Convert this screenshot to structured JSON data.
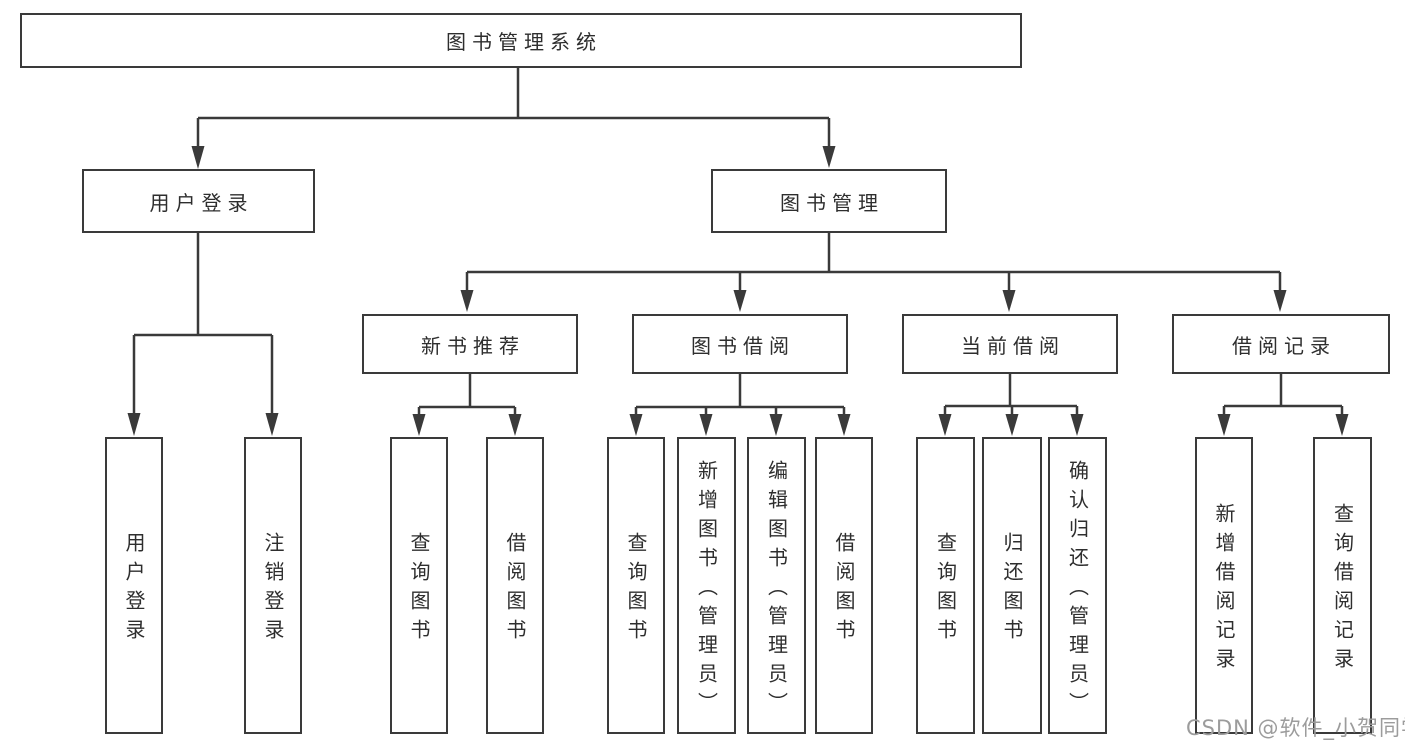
{
  "diagram": {
    "root": {
      "label": "图书管理系统"
    },
    "modules": {
      "user_login": {
        "label": "用户登录",
        "children": [
          {
            "label": "用户登录"
          },
          {
            "label": "注销登录"
          }
        ]
      },
      "book_management": {
        "label": "图书管理",
        "sections": [
          {
            "label": "新书推荐",
            "children": [
              {
                "label": "查询图书"
              },
              {
                "label": "借阅图书"
              }
            ]
          },
          {
            "label": "图书借阅",
            "children": [
              {
                "label": "查询图书"
              },
              {
                "label": "新增图书（管理员）"
              },
              {
                "label": "编辑图书（管理员）"
              },
              {
                "label": "借阅图书"
              }
            ]
          },
          {
            "label": "当前借阅",
            "children": [
              {
                "label": "查询图书"
              },
              {
                "label": "归还图书"
              },
              {
                "label": "确认归还（管理员）"
              }
            ]
          },
          {
            "label": "借阅记录",
            "children": [
              {
                "label": "新增借阅记录"
              },
              {
                "label": "查询借阅记录"
              }
            ]
          }
        ]
      }
    }
  },
  "watermark": {
    "text": "CSDN @软件_小贺同学"
  },
  "colors": {
    "line": "#3a3a3a",
    "text": "#2e2e2e",
    "watermark": "#9c9c9c",
    "background": "#ffffff"
  }
}
